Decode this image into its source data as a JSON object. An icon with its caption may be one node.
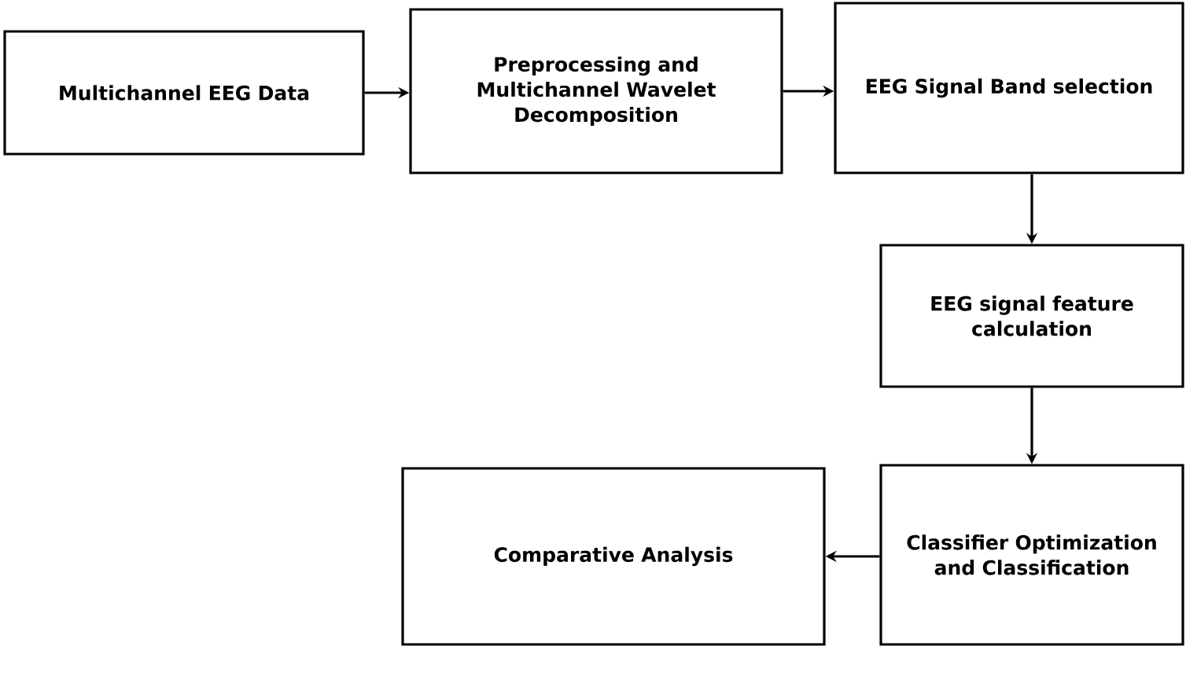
{
  "diagram": {
    "nodes": [
      {
        "text": [
          "Multichannel EEG Data"
        ]
      },
      {
        "text": [
          "Preprocessing and Multichannel Wavelet Decomposition"
        ]
      },
      {
        "text": [
          "EEG Signal Band selection"
        ]
      },
      {
        "text": [
          "EEG signal feature calculation"
        ]
      },
      {
        "text": [
          "Classifier Optimization and Classification"
        ]
      },
      {
        "text": [
          "Comparative Analysis"
        ]
      }
    ],
    "edges": [
      {
        "from": 0,
        "to": 1,
        "arrow": "to"
      },
      {
        "from": 1,
        "to": 2,
        "arrow": "to"
      },
      {
        "from": 2,
        "to": 3,
        "arrow": "to"
      },
      {
        "from": 3,
        "to": 4,
        "arrow": "to"
      },
      {
        "from": 4,
        "to": 5,
        "arrow": "to"
      }
    ]
  }
}
